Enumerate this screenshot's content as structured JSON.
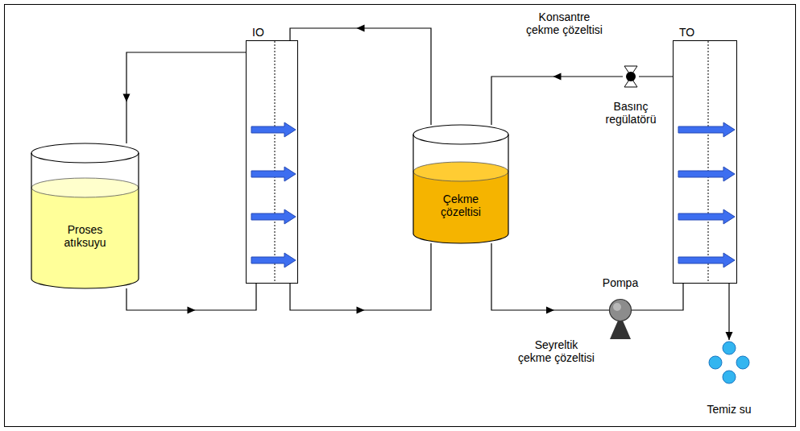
{
  "diagram": {
    "nodes": [
      {
        "text": [
          "Proses atıksuyu"
        ]
      },
      {
        "text": [
          "IO"
        ]
      },
      {
        "text": [
          "Çekme çözeltisi"
        ]
      },
      {
        "text": [
          "Basınç regülatörü"
        ]
      },
      {
        "text": [
          "Pompa"
        ]
      },
      {
        "text": [
          "TO"
        ]
      },
      {
        "text": [
          "Temiz su"
        ]
      }
    ],
    "edges": [
      {
        "from": 0,
        "to": 1,
        "arrow": "to"
      },
      {
        "from": 1,
        "to": 0,
        "arrow": "to"
      },
      {
        "from": 2,
        "to": 1,
        "arrow": "to"
      },
      {
        "from": 1,
        "to": 2,
        "arrow": "to"
      },
      {
        "from": 2,
        "to": 4,
        "arrow": "to",
        "label": "Seyreltik çekme çözeltisi"
      },
      {
        "from": 4,
        "to": 5,
        "arrow": "none"
      },
      {
        "from": 5,
        "to": 3,
        "arrow": "none"
      },
      {
        "from": 3,
        "to": 2,
        "arrow": "to",
        "label": "Konsantre çekme çözeltisi"
      },
      {
        "from": 5,
        "to": 6,
        "arrow": "to"
      }
    ]
  }
}
